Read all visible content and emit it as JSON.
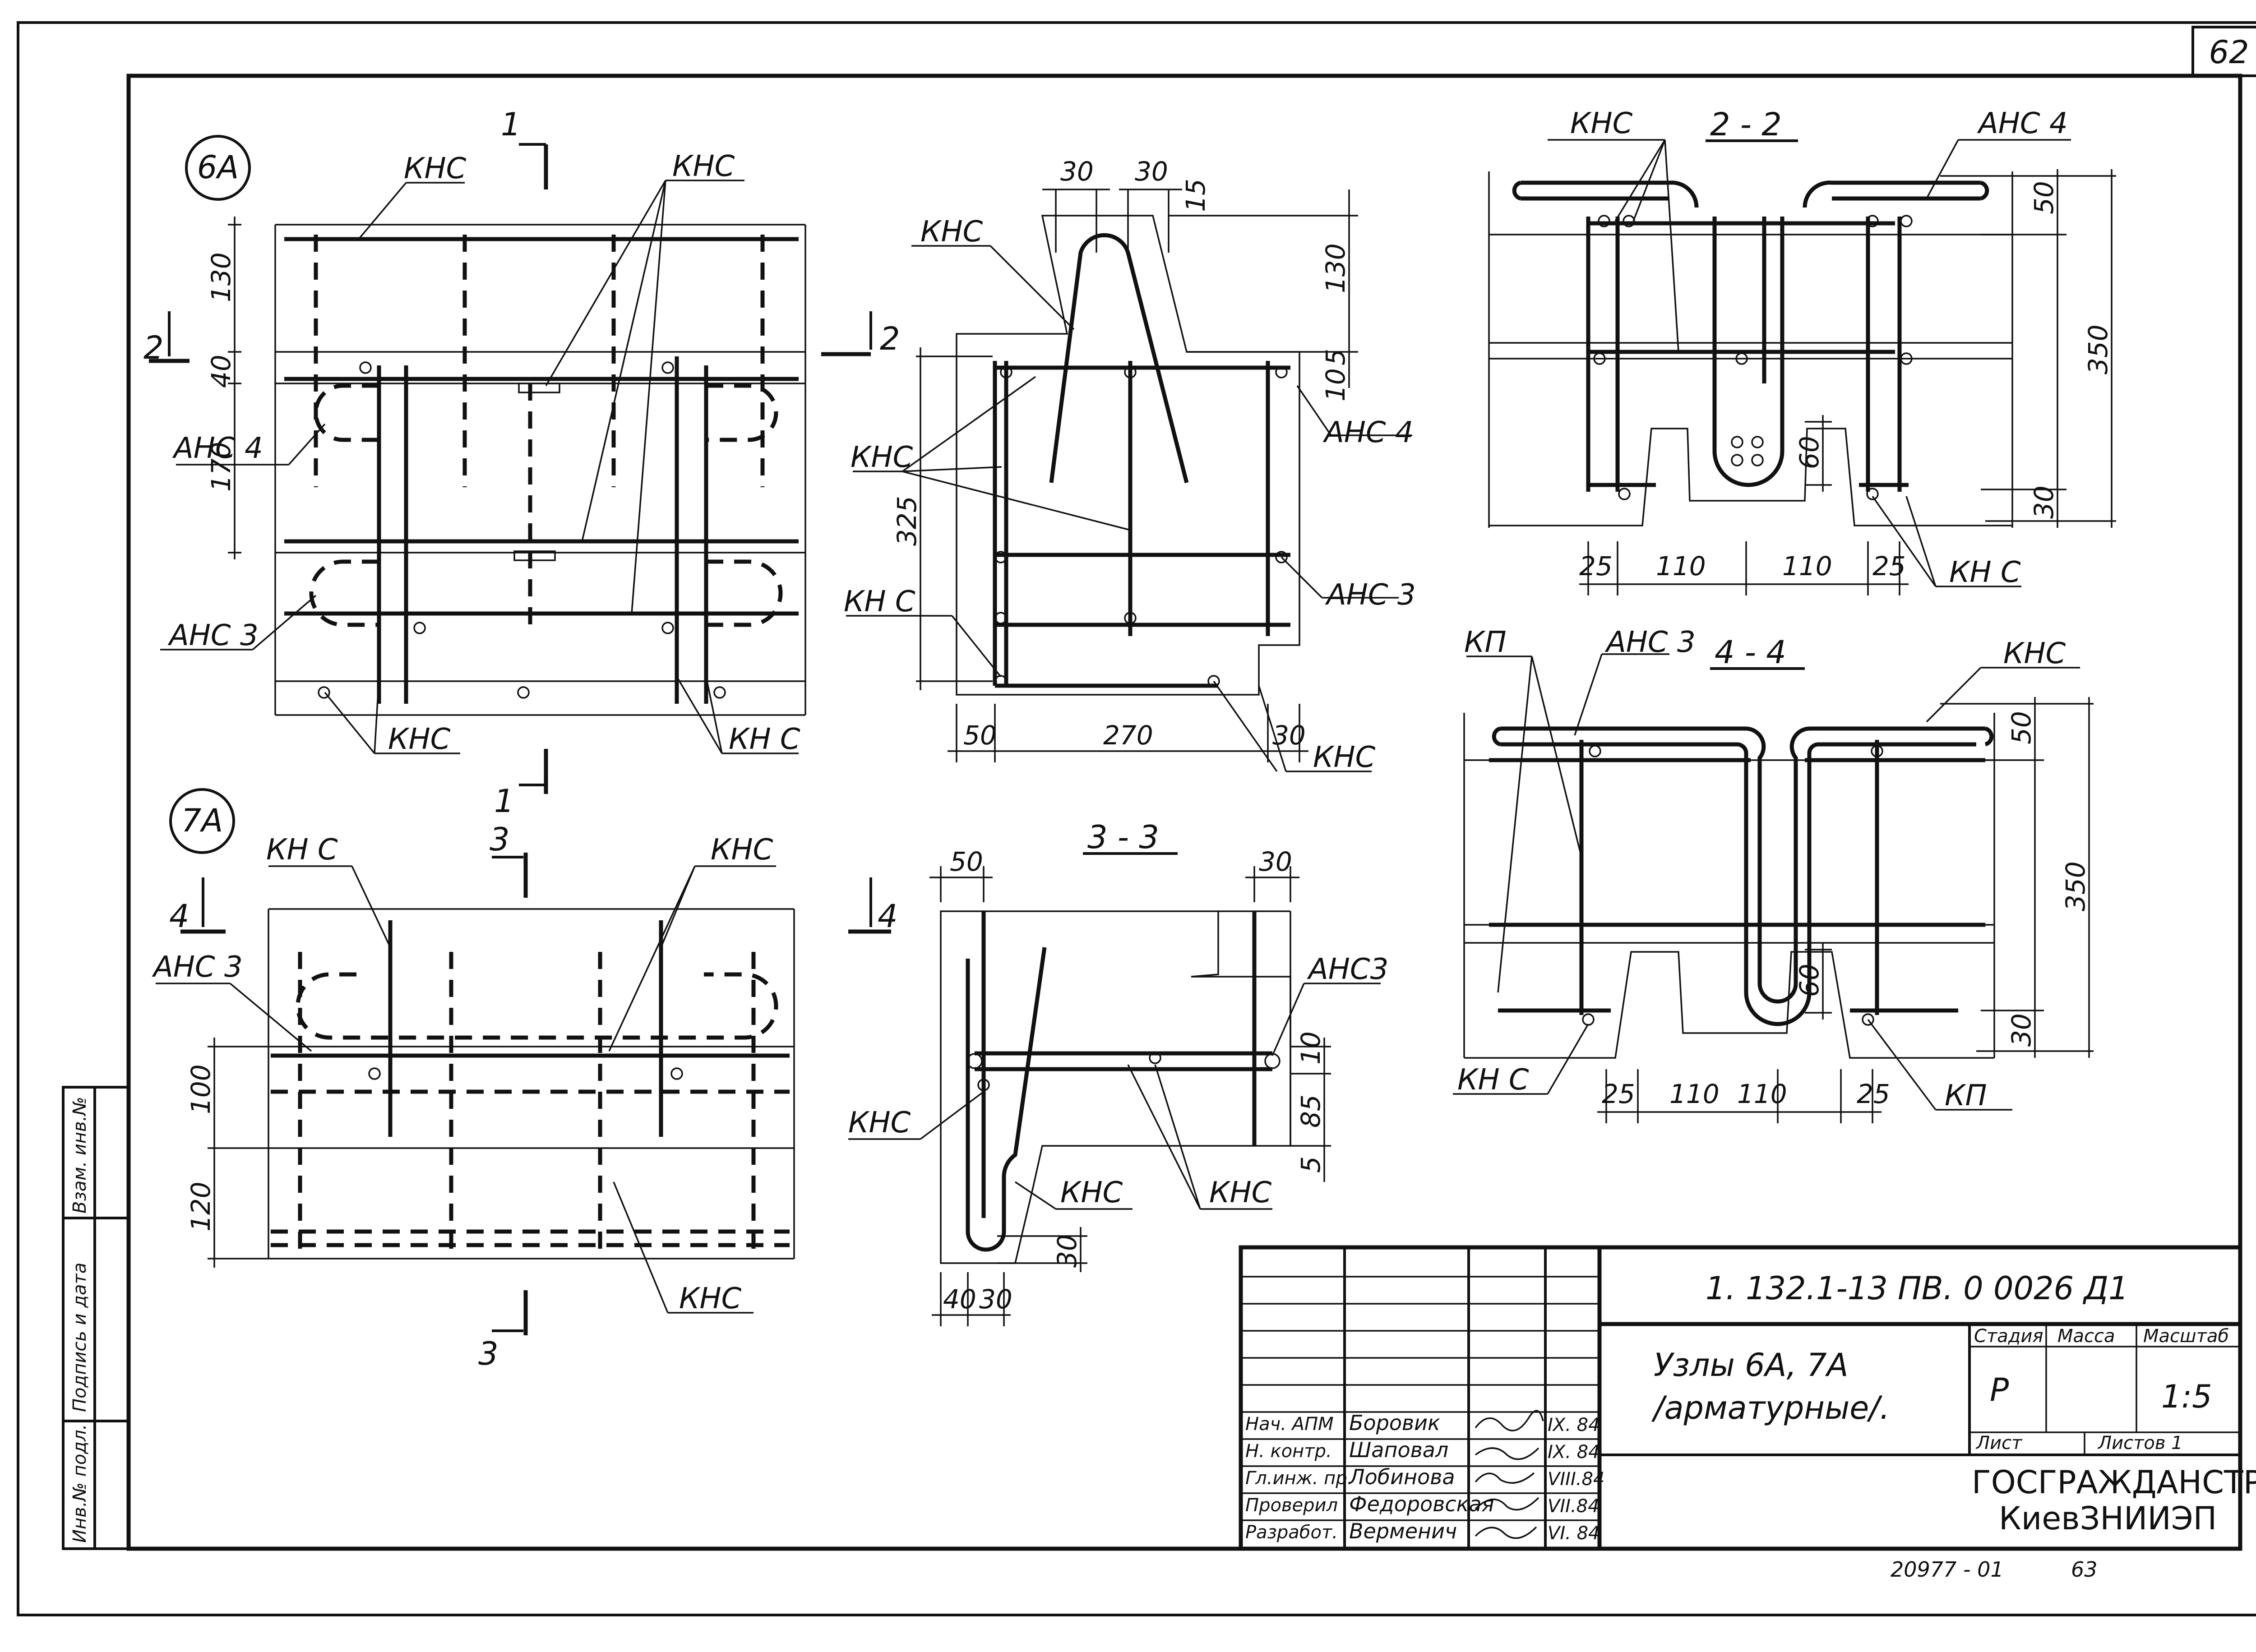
{
  "sheet_number": "62",
  "side_stamp": [
    "Инв.№ подл.",
    "Подпись и дата",
    "Взам. инв.№"
  ],
  "labels": {
    "knc": "КНС",
    "kn_c": "КН С",
    "anc3": "АНС 3",
    "anc3b": "АНС3",
    "anc4": "АНС 4",
    "kp": "КП"
  },
  "nodes": {
    "n6a": "6А",
    "n7a": "7А"
  },
  "section_marks": {
    "s1": "1",
    "s2": "2",
    "s3": "3",
    "s4": "4"
  },
  "section_titles": {
    "t22": "2 - 2",
    "t33": "3 - 3",
    "t44": "4 - 4"
  },
  "dims": {
    "d130": "130",
    "d40": "40",
    "d170": "170",
    "d100": "100",
    "d120": "120",
    "d30": "30",
    "d15": "15",
    "d5": "5",
    "d10": "10",
    "d325": "325",
    "d50": "50",
    "d270": "270",
    "d85": "85",
    "d350": "350",
    "d60": "60",
    "d25": "25",
    "d110": "110"
  },
  "title_block": {
    "doc_code": "1. 132.1-13 ПВ. 0 0026 Д1",
    "title_line1": "Узлы 6А, 7А",
    "title_line2": "/арматурные/.",
    "stage_label": "Стадия",
    "mass_label": "Масса",
    "scale_label": "Масштаб",
    "stage": "Р",
    "scale": "1:5",
    "sheet_label": "Лист",
    "sheets_label": "Листов 1",
    "org_line1": "ГОСГРАЖДАНСТРОЙ",
    "org_line2": "КиевЗНИИЭП",
    "people": [
      {
        "role": "Нач. АПМ",
        "name": "Боровик",
        "date": "IX. 84"
      },
      {
        "role": "Н. контр.",
        "name": "Шаповал",
        "date": "IX. 84"
      },
      {
        "role": "Гл.инж. пр.",
        "name": "Лобинова",
        "date": "VIII.84"
      },
      {
        "role": "Проверил",
        "name": "Федоровская",
        "date": "VII.84"
      },
      {
        "role": "Разработ.",
        "name": "Верменич",
        "date": "VI. 84"
      }
    ]
  },
  "footer": {
    "code": "20977 - 01",
    "page": "63"
  }
}
